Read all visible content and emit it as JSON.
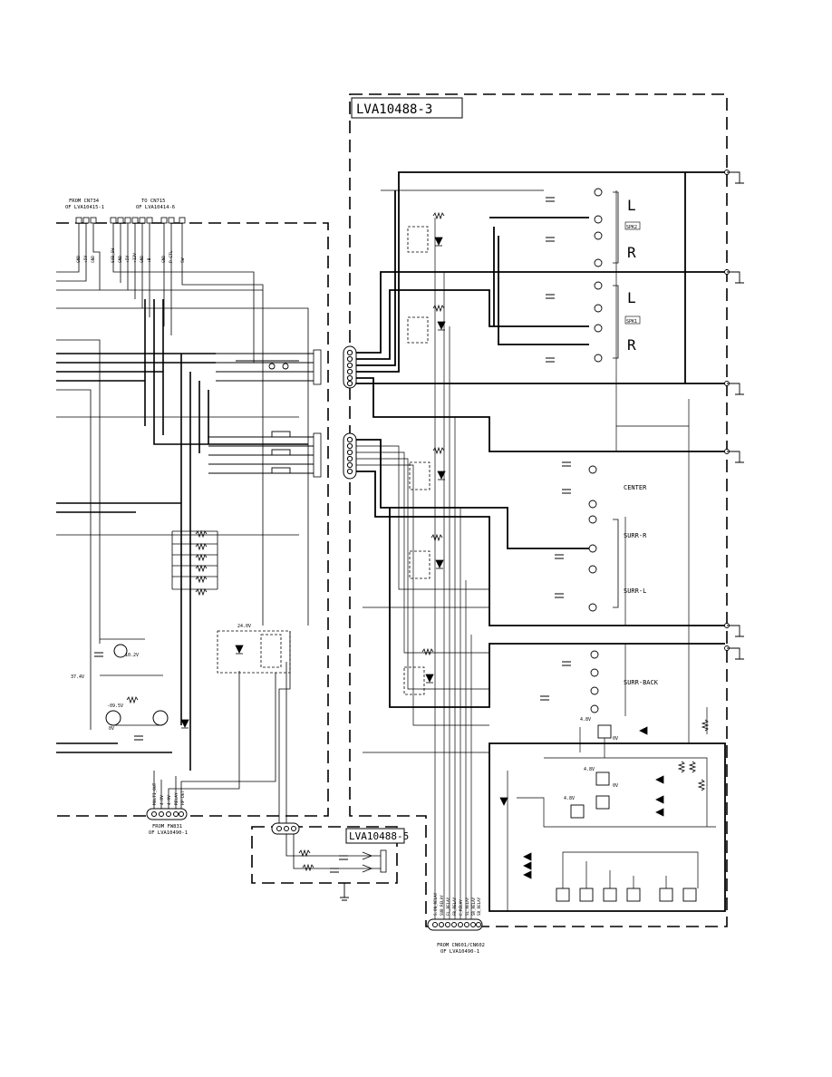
{
  "boards": {
    "main_label": "LVA10488-3",
    "sub_label": "LVA10488-5"
  },
  "left_top": {
    "from_label": "FROM CN734",
    "from_of": "OF LVA10415-1",
    "to_label": "TO CN715",
    "to_of": "OF LVA10414-6",
    "pin_labels": [
      "GND",
      "+5V",
      "GND",
      "SUB_SW",
      "GND",
      "+5V",
      "+12V",
      "GND",
      "+B",
      "GND",
      "P-CTL",
      "SW"
    ]
  },
  "bottom_left": {
    "from_label": "FROM FW831",
    "from_of": "OF LVA10490-1",
    "signals": [
      "MULTI_OUT",
      "4.8V",
      "4.9V",
      "RELAY",
      "HP-DET"
    ]
  },
  "bottom_center": {
    "from_label": "FROM CN601/CN602",
    "from_of": "OF LVA10490-1",
    "signals": [
      "S.ON_RELAY",
      "SUB_RELAY",
      "FL_RELAY",
      "FR_RELAY",
      "C_RELAY",
      "SL_RELAY",
      "SR_RELAY",
      "SB_RELAY"
    ]
  },
  "speakers": {
    "l1": "L",
    "r1": "R",
    "spk2": "SPK2",
    "l2": "L",
    "r2": "R",
    "spk1": "SPK1",
    "center": "CENTER",
    "surr_r": "SURR-R",
    "surr_l": "SURR-L",
    "surr_back": "SURR-BACK"
  },
  "voltages": {
    "v1": "4.8V",
    "v2": "4.8V",
    "v3": "4.8V",
    "v4": "0V",
    "v5": "0V",
    "v6": "24.0V",
    "v7": "37.4V",
    "v8": "10.2V",
    "v9": "-09.5V",
    "v10": "0V"
  },
  "colors": {
    "line": "#000000",
    "bg": "#ffffff",
    "grey": "#888888"
  }
}
